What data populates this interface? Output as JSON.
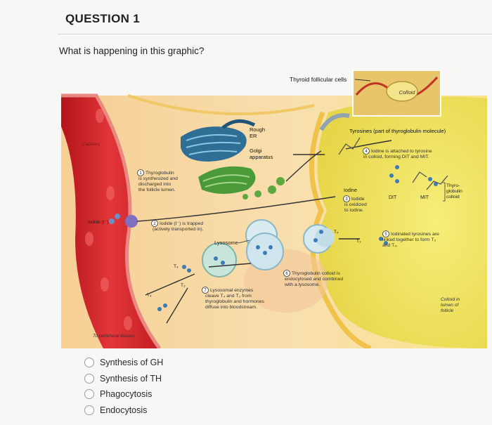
{
  "question": {
    "title": "QUESTION 1",
    "prompt": "What is happening in this graphic?"
  },
  "figure": {
    "labels": {
      "thyroid_cells": "Thyroid follicular cells",
      "colloid_inset": "Colloid",
      "capillary": "Capillary",
      "rough_er_1": "Rough",
      "rough_er_2": "ER",
      "golgi_1": "Golgi",
      "golgi_2": "apparatus",
      "tyrosines": "Tyrosines (part of thyroglobulin molecule)",
      "step1_lines": [
        "Thyroglobulin",
        "is synthesized and",
        "discharged into",
        "the follicle lumen."
      ],
      "step2_lines": [
        "Iodide (I⁻) is trapped",
        "(actively transported in)."
      ],
      "step3_lines": [
        "Iodide",
        "is oxidized",
        "to iodine."
      ],
      "step4_lines": [
        "Iodine is attached to tyrosine",
        "in colloid, forming DIT and MIT."
      ],
      "step5_lines": [
        "Iodinated tyrosines are",
        "linked together to form T₃",
        "and T₄."
      ],
      "step6_lines": [
        "Thyroglobulin colloid is",
        "endocytosed and combined",
        "with a lysosome."
      ],
      "step7_lines": [
        "Lysosomal enzymes",
        "cleave T₄ and T₃ from",
        "thyroglobulin and hormones",
        "diffuse into bloodstream."
      ],
      "iodine": "Iodine",
      "iodide_blood": "Iodide (I⁻)",
      "lysosome": "Lysosome",
      "dit": "DIT",
      "mit": "MIT",
      "thyroglobulin_colloid": [
        "Thyro-",
        "globulin",
        "colloid"
      ],
      "colloid_lumen": [
        "Colloid in",
        "lumen of",
        "follicle"
      ],
      "peripheral": "To peripheral tissues",
      "t3": "T₃",
      "t4": "T₄",
      "n1": "1",
      "n2": "2",
      "n3": "3",
      "n4": "4",
      "n5": "5",
      "n6": "6",
      "n7": "7"
    }
  },
  "options": [
    {
      "label": "Synthesis of GH"
    },
    {
      "label": "Synthesis of TH"
    },
    {
      "label": "Phagocytosis"
    },
    {
      "label": "Endocytosis"
    }
  ]
}
